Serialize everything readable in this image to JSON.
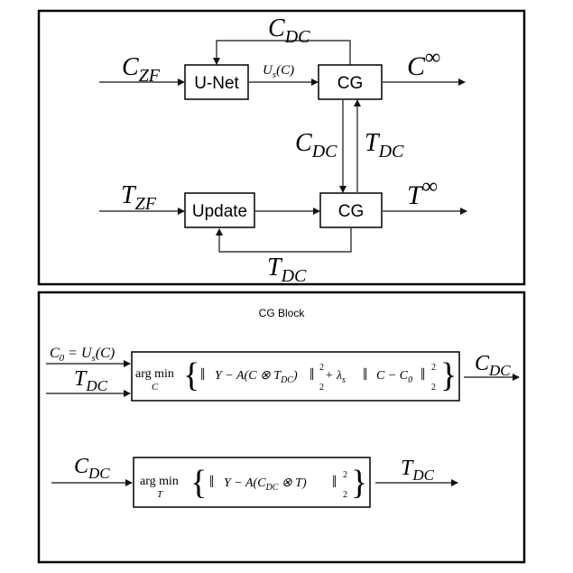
{
  "top_panel": {
    "blocks": {
      "unet": "U-Net",
      "cg_top": "CG",
      "update": "Update",
      "cg_bottom": "CG"
    },
    "labels": {
      "c_zf": {
        "base": "C",
        "sub": "ZF"
      },
      "c_dc_feedback": {
        "base": "C",
        "sub": "DC"
      },
      "us_c": {
        "base": "U",
        "sub": "s",
        "arg": "(C)"
      },
      "c_inf": {
        "base": "C",
        "sup": "∞"
      },
      "c_dc_down": {
        "base": "C",
        "sub": "DC"
      },
      "t_dc_up": {
        "base": "T",
        "sub": "DC"
      },
      "t_zf": {
        "base": "T",
        "sub": "ZF"
      },
      "t_inf": {
        "base": "T",
        "sup": "∞"
      },
      "t_dc_feedback": {
        "base": "T",
        "sub": "DC"
      }
    }
  },
  "bottom_panel": {
    "title": "CG Block",
    "row1": {
      "input_a": {
        "c0": "C",
        "c0_sub": "0",
        "eq": " = ",
        "u": "U",
        "u_sub": "s",
        "arg": "(C)"
      },
      "input_b": {
        "base": "T",
        "sub": "DC"
      },
      "formula": {
        "argmin": "arg min",
        "var": "C",
        "y": "Y − A(C ⊗ T",
        "y_sub": "DC",
        "close": ")",
        "plus": " + λ",
        "lambda_sub": "s",
        "reg": "C − C",
        "reg_sub": "0"
      },
      "output": {
        "base": "C",
        "sub": "DC"
      }
    },
    "row2": {
      "input": {
        "base": "C",
        "sub": "DC"
      },
      "formula": {
        "argmin": "arg min",
        "var": "T",
        "y": "Y − A(C",
        "y_sub": "DC",
        "rest": " ⊗ T)"
      },
      "output": {
        "base": "T",
        "sub": "DC"
      }
    },
    "norm_exp": "2",
    "norm_sub": "2"
  }
}
